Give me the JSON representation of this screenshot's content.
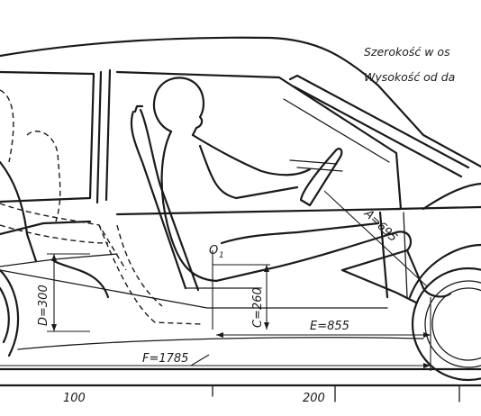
{
  "notes": {
    "line1": "Szerokość w os",
    "line2": "Wysokość od da"
  },
  "dimensions": {
    "A": "A=695",
    "C": "C=260",
    "D": "D=300",
    "E": "E=855",
    "F": "F=1785",
    "O1": "O",
    "O1_sub": "1"
  },
  "scale": {
    "tick_100": "100",
    "tick_200": "200"
  }
}
